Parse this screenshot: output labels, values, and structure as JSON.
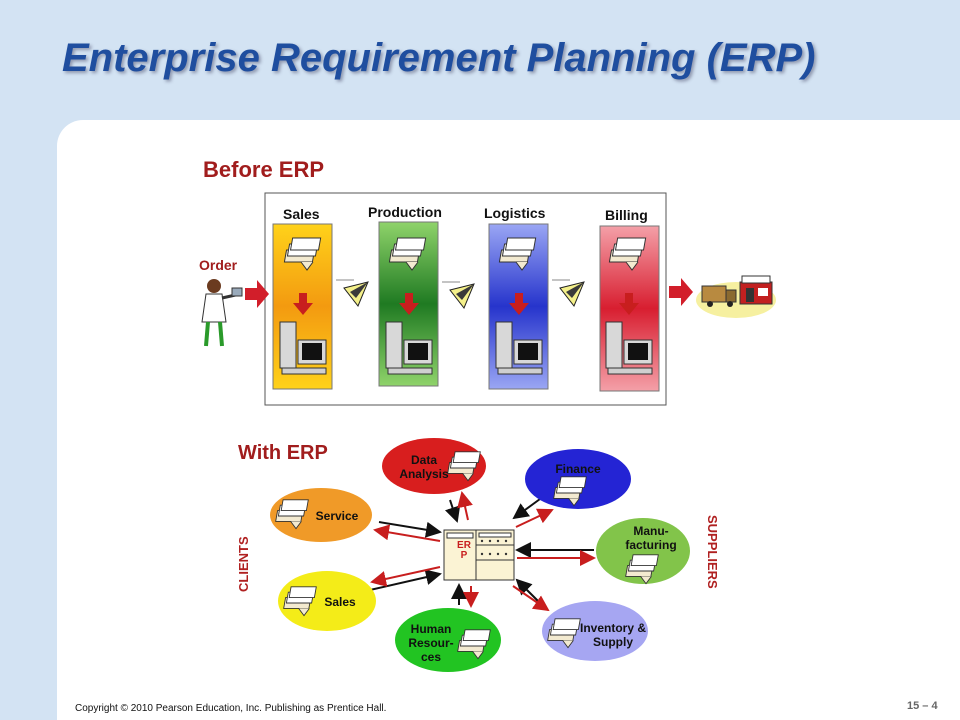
{
  "slide": {
    "title": "Enterprise Requirement Planning (ERP)",
    "footer": "Copyright © 2010 Pearson Education, Inc. Publishing as Prentice Hall.",
    "page_number": "15 – 4"
  },
  "before_erp": {
    "heading": "Before ERP",
    "order_label": "Order",
    "departments": [
      {
        "label": "Sales",
        "color": "#e88a10"
      },
      {
        "label": "Production",
        "color": "#2e8a2e"
      },
      {
        "label": "Logistics",
        "color": "#3a4ed8"
      },
      {
        "label": "Billing",
        "color": "#d83040"
      }
    ]
  },
  "with_erp": {
    "heading": "With ERP",
    "center_label": "ERP",
    "clients_label": "CLIENTS",
    "suppliers_label": "SUPPLIERS",
    "nodes": {
      "data_analysis": {
        "label": "Data Analysis",
        "color": "#d81e1e"
      },
      "finance": {
        "label": "Finance",
        "color": "#2424d4"
      },
      "service": {
        "label": "Service",
        "color": "#f09a28"
      },
      "manufacturing": {
        "label": "Manu- facturing",
        "color": "#82c44a"
      },
      "sales": {
        "label": "Sales",
        "color": "#f4ec18"
      },
      "human_resources": {
        "label": "Human Resour- ces",
        "color": "#22c422"
      },
      "inventory": {
        "label": "Inventory & Supply",
        "color": "#a6a6f2"
      }
    }
  }
}
